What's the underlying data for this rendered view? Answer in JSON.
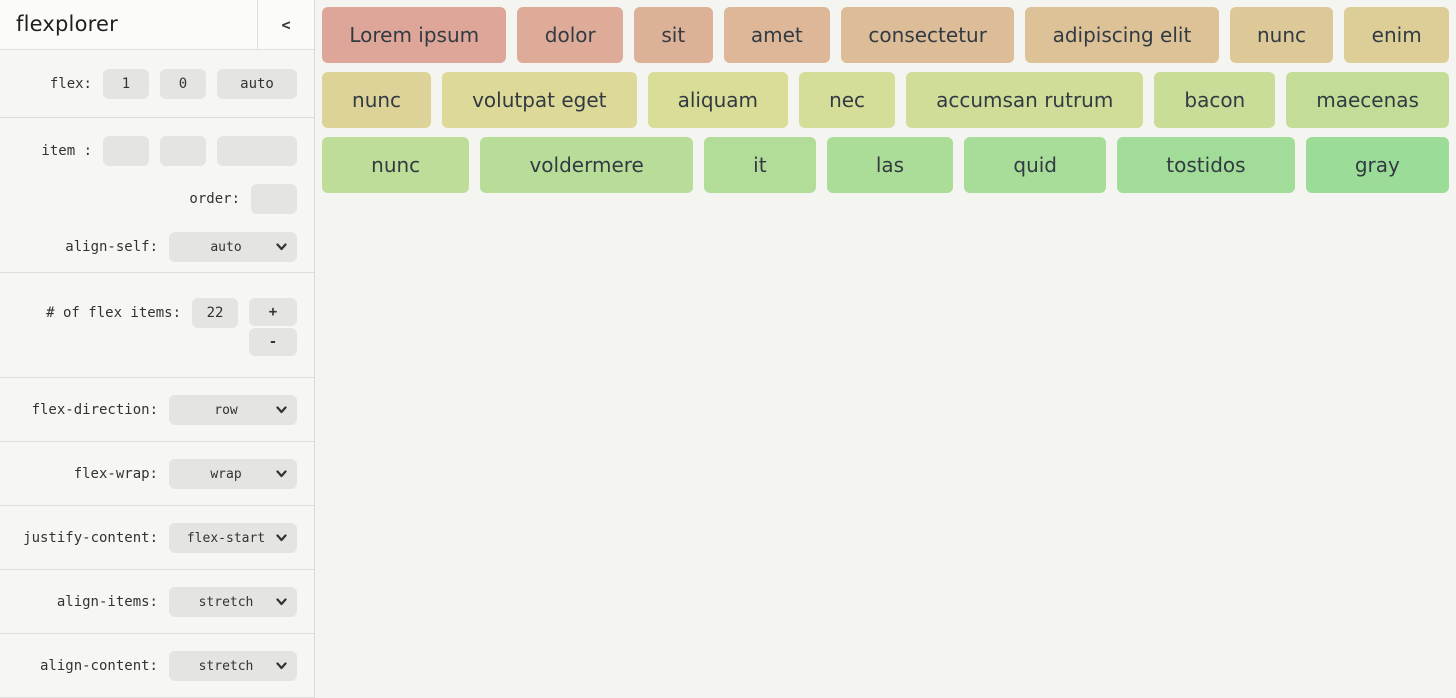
{
  "header": {
    "title": "flexplorer",
    "collapse_label": "<"
  },
  "controls": {
    "flex": {
      "label": "flex:",
      "grow": "1",
      "shrink": "0",
      "basis": "auto"
    },
    "item": {
      "label": "item :",
      "grow": "",
      "shrink": "",
      "basis": ""
    },
    "order": {
      "label": "order:",
      "value": ""
    },
    "align_self": {
      "label": "align-self:",
      "value": "auto"
    },
    "count": {
      "label": "# of flex items:",
      "value": "22",
      "increment": "+",
      "decrement": "-"
    },
    "flex_direction": {
      "label": "flex-direction:",
      "value": "row"
    },
    "flex_wrap": {
      "label": "flex-wrap:",
      "value": "wrap"
    },
    "justify_content": {
      "label": "justify-content:",
      "value": "flex-start"
    },
    "align_items": {
      "label": "align-items:",
      "value": "stretch"
    },
    "align_content": {
      "label": "align-content:",
      "value": "stretch"
    }
  },
  "theme": {
    "page_background": "#f4f4f1",
    "sidebar_background": "#f6f6f3",
    "header_background": "#fbfbf9",
    "control_background": "#e4e4e2",
    "divider": "#dddddb",
    "label_color": "#333333",
    "item_text_color": "#333b42"
  },
  "stage": {
    "rows": [
      [
        {
          "label": "Lorem ipsum",
          "color": "#DDA698"
        },
        {
          "label": "dolor",
          "color": "#DDAB98"
        },
        {
          "label": "sit",
          "color": "#DDB198"
        },
        {
          "label": "amet",
          "color": "#DDB798"
        },
        {
          "label": "consectetur",
          "color": "#DDBC98"
        },
        {
          "label": "adipiscing elit",
          "color": "#DDC298"
        },
        {
          "label": "nunc",
          "color": "#DDC898"
        },
        {
          "label": "enim",
          "color": "#DDCE98"
        }
      ],
      [
        {
          "label": "nunc",
          "color": "#DDD398"
        },
        {
          "label": "volutpat eget",
          "color": "#DDD998"
        },
        {
          "label": "aliquam",
          "color": "#DADD98"
        },
        {
          "label": "nec",
          "color": "#D5DD98"
        },
        {
          "label": "accumsan rutrum",
          "color": "#CFDD98"
        },
        {
          "label": "bacon",
          "color": "#C9DD98"
        },
        {
          "label": "maecenas",
          "color": "#C3DD98"
        }
      ],
      [
        {
          "label": "nunc",
          "color": "#BEDD98"
        },
        {
          "label": "voldermere",
          "color": "#B8DD98"
        },
        {
          "label": "it",
          "color": "#B2DD98"
        },
        {
          "label": "las",
          "color": "#ACDD98"
        },
        {
          "label": "quid",
          "color": "#A7DD98"
        },
        {
          "label": "tostidos",
          "color": "#A1DD98"
        },
        {
          "label": "gray",
          "color": "#9BDD98"
        }
      ]
    ]
  }
}
